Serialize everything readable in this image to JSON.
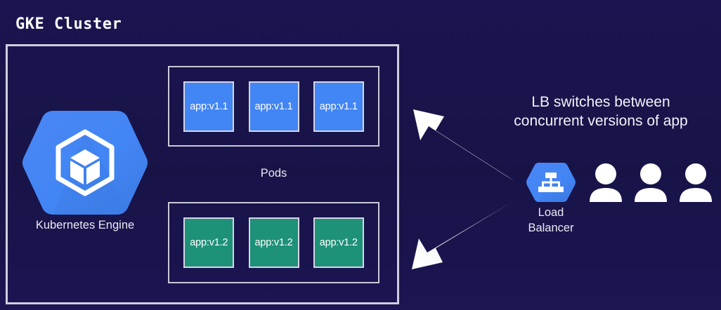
{
  "diagram": {
    "title": "GKE Cluster",
    "background_color": "#19144a",
    "cluster": {
      "border_color": "#cfcfdd",
      "engine": {
        "label": "Kubernetes Engine",
        "icon": "kubernetes-engine-hexagon-icon",
        "color": "#4285f4"
      },
      "pods_caption": "Pods",
      "pod_groups": [
        {
          "version": "v1.1",
          "color": "#4285f4",
          "pods": [
            "app:v1.1",
            "app:v1.1",
            "app:v1.1"
          ]
        },
        {
          "version": "v1.2",
          "color": "#1e9179",
          "pods": [
            "app:v1.2",
            "app:v1.2",
            "app:v1.2"
          ]
        }
      ]
    },
    "load_balancer": {
      "icon": "load-balancer-hexagon-icon",
      "color": "#4285f4",
      "label_line1": "Load",
      "label_line2": "Balancer"
    },
    "users": {
      "icon": "user-icon",
      "count": 3,
      "color": "#ffffff"
    },
    "caption": {
      "line1": "LB switches between",
      "line2": "concurrent versions of app"
    },
    "arrows": [
      {
        "name": "arrow-to-v1-1-pods",
        "direction": "up-left",
        "color": "#ffffff"
      },
      {
        "name": "arrow-to-v1-2-pods",
        "direction": "down-left",
        "color": "#e8e8ea"
      }
    ]
  }
}
